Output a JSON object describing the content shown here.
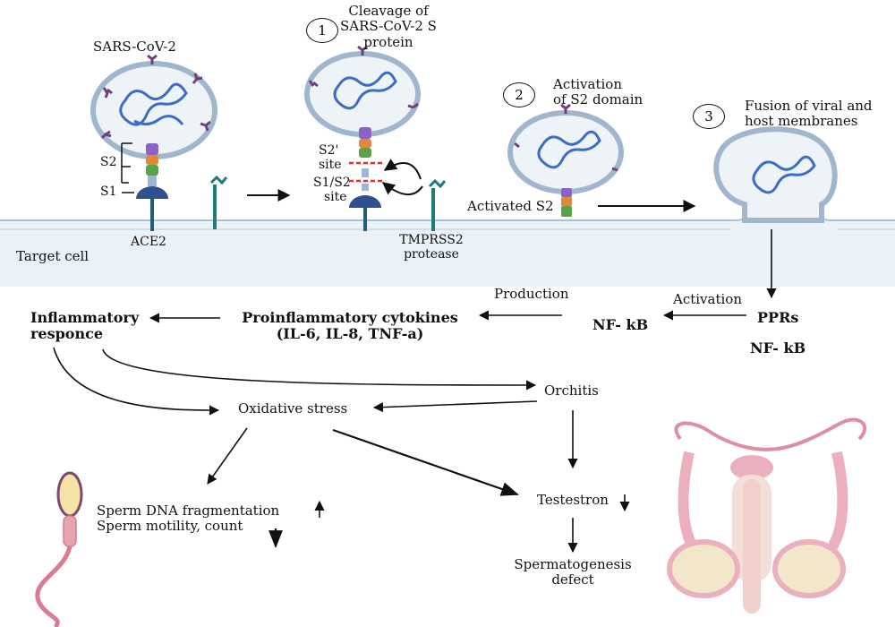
{
  "virus_label": "SARS-CoV-2",
  "domain_labels": {
    "s2": "S2",
    "s1": "S1",
    "s2prime_line1": "S2'",
    "s2prime_line2": "site",
    "s1s2_line1": "S1/S2",
    "s1s2_line2": "site"
  },
  "receptor_label": "ACE2",
  "protease_label_line1": "TMPRSS2",
  "protease_label_line2": "protease",
  "cell_label": "Target cell",
  "steps": [
    {
      "number": "1",
      "line1": "Cleavage of",
      "line2": "SARS-CoV-2 S",
      "line3": "protein"
    },
    {
      "number": "2",
      "line1": "Activation",
      "line2": "of S2 domain"
    },
    {
      "number": "3",
      "line1": "Fusion of viral and",
      "line2": "host membranes"
    }
  ],
  "activated_s2_label": "Activated S2",
  "pathway": {
    "production": "Production",
    "activation": "Activation",
    "inflammatory_line1": "Inflammatory",
    "inflammatory_line2": "responce",
    "cytokines_line1": "Proinflammatory cytokines",
    "cytokines_line2": "(IL-6, IL-8, TNF-a)",
    "nfkb_left": "NF- kB",
    "pprs": "PPRs",
    "nfkb_right": "NF- kB",
    "orchitis": "Orchitis",
    "oxidative_stress": "Oxidative stress",
    "sperm_line1": "Sperm DNA fragmentation",
    "sperm_line2": "Sperm motility, count",
    "testestron": "Testestron",
    "spermatogenesis_line1": "Spermatogenesis",
    "spermatogenesis_line2": "defect"
  },
  "colors": {
    "membrane": "#e9f2f9",
    "membrane_edge": "#a9c2d8",
    "virion_fill": "#eef3f8",
    "virion_edge": "#9fb6cc",
    "rna": "#3d6cc4",
    "spike": "#6e3f78",
    "receptor": "#2f4f8f",
    "protease": "#1f7a7a",
    "s2_purple": "#8a63c7",
    "s2_orange": "#e0893a",
    "s2_green": "#5aa447",
    "cleavage": "#e0302f",
    "reproductive": "#e8a3b2",
    "reproductive_dark": "#d97b92"
  },
  "icons": [
    "sperm-icon",
    "male-reproductive-system-icon",
    "virus-icon"
  ]
}
